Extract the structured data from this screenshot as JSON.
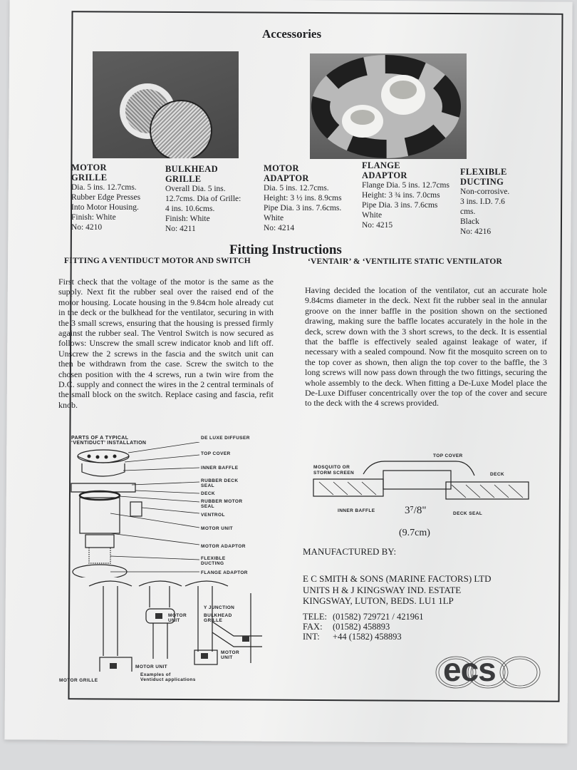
{
  "accessories": {
    "title": "Accessories",
    "items": [
      {
        "name_line1": "MOTOR",
        "name_line2": "GRILLE",
        "lines": [
          "Dia. 5 ins. 12.7cms.",
          "Rubber Edge Presses",
          "Into Motor Housing.",
          "Finish: White",
          "No: 4210"
        ]
      },
      {
        "name_line1": "BULKHEAD",
        "name_line2": "GRILLE",
        "lines": [
          "Overall Dia. 5 ins.",
          "12.7cms. Dia of Grille:",
          "4 ins. 10.6cms.",
          "Finish: White",
          "No: 4211"
        ]
      },
      {
        "name_line1": "MOTOR",
        "name_line2": "ADAPTOR",
        "lines": [
          "Dia. 5 ins. 12.7cms.",
          "Height: 3 ½ ins. 8.9cms",
          "Pipe Dia. 3 ins. 7.6cms.",
          "White",
          "No: 4214"
        ]
      },
      {
        "name_line1": "FLANGE",
        "name_line2": "ADAPTOR",
        "lines": [
          "Flange Dia. 5 ins. 12.7cms",
          "Height: 3 ¾ ins. 7.0cms",
          "Pipe Dia. 3 ins. 7.6cms",
          "White",
          "No: 4215"
        ]
      },
      {
        "name_line1": "FLEXIBLE",
        "name_line2": "DUCTING",
        "lines": [
          "Non-corrosive.",
          "3 ins. I.D. 7.6",
          "cms.",
          "Black",
          "No: 4216"
        ]
      }
    ]
  },
  "fitting": {
    "title": "Fitting Instructions",
    "left": {
      "heading": "FITTING A VENTIDUCT MOTOR AND SWITCH",
      "body": "First check that the voltage of the motor is the same as the supply. Next fit the rubber seal over the raised end of the motor housing. Locate housing in the 9.84cm hole already cut in the deck or the bulkhead for the ventilator, securing in with the 3 small screws, ensuring that the housing is pressed firmly against the rubber seal. The Ventrol Switch is now secured as follows: Unscrew the small screw indicator knob and lift off. Unscrew the 2 screws in the fascia and the switch unit can then be withdrawn from the case. Screw the switch to the chosen position with the 4 screws, run a twin wire from the D.C. supply and connect the wires in the 2 central terminals of the small block on the switch. Replace casing and fascia, refit knob."
    },
    "right": {
      "heading": "‘VENTAIR’ & ‘VENTILITE STATIC VENTILATOR",
      "body": "Having decided the location of the ventilator, cut an accurate hole 9.84cms diameter in the deck. Next fit the rubber seal in the annular groove on the inner baffle in the position shown on the sectioned drawing, making sure the baffle locates accurately in the hole in the deck, screw down with the 3 short screws, to the deck. It is essential that the baffle is effectively sealed against leakage of water, if necessary with a sealed compound. Now fit the mosquito screen on to the top cover as shown, then align the top cover to the baffle, the 3 long screws will now pass down through the two fittings, securing the whole assembly to the deck. When fitting a De-Luxe Model place the De-Luxe Diffuser concentrically over the top of the cover and secure to the deck with the 4 screws provided."
    }
  },
  "parts_diagram": {
    "title_line1": "PARTS OF A TYPICAL",
    "title_line2": "‘VENTIDUCT’ INSTALLATION",
    "labels": [
      "DE LUXE DIFFUSER",
      "TOP COVER",
      "INNER BAFFLE",
      "RUBBER DECK SEAL",
      "DECK",
      "RUBBER MOTOR SEAL",
      "VENTROL",
      "MOTOR UNIT",
      "MOTOR ADAPTOR",
      "FLEXIBLE DUCTING",
      "FLANGE ADAPTOR"
    ]
  },
  "applications_diagram": {
    "labels": {
      "motor_grille": "MOTOR GRILLE",
      "motor_unit_1": "MOTOR UNIT",
      "motor_unit_2": "MOTOR UNIT",
      "motor_unit_3": "MOTOR UNIT",
      "y_junction": "Y JUNCTION",
      "bulkhead_grille": "BULKHEAD GRILLE"
    },
    "caption_line1": "Examples of",
    "caption_line2": "Ventiduct applications"
  },
  "section_diagram": {
    "labels": {
      "top_cover": "TOP COVER",
      "mosquito": "MOSQUITO OR",
      "storm": "STORM SCREEN",
      "deck": "DECK",
      "inner_baffle": "INNER BAFFLE",
      "deck_seal": "DECK SEAL"
    },
    "dimension": "3⁷/8\"",
    "dimension_metric": "(9.7cm)"
  },
  "manufacturer": {
    "heading": "MANUFACTURED BY:",
    "address": [
      "E C SMITH & SONS (MARINE FACTORS) LTD",
      "UNITS H & J KINGSWAY IND. ESTATE",
      "KINGSWAY, LUTON, BEDS. LU1 1LP"
    ],
    "contacts": [
      {
        "label": "TELE:",
        "value": "(01582) 729721 / 421961"
      },
      {
        "label": "FAX:",
        "value": "(01582) 458893"
      },
      {
        "label": "INT:",
        "value": "+44 (1582) 458893"
      }
    ],
    "logo_text": "ecs"
  }
}
